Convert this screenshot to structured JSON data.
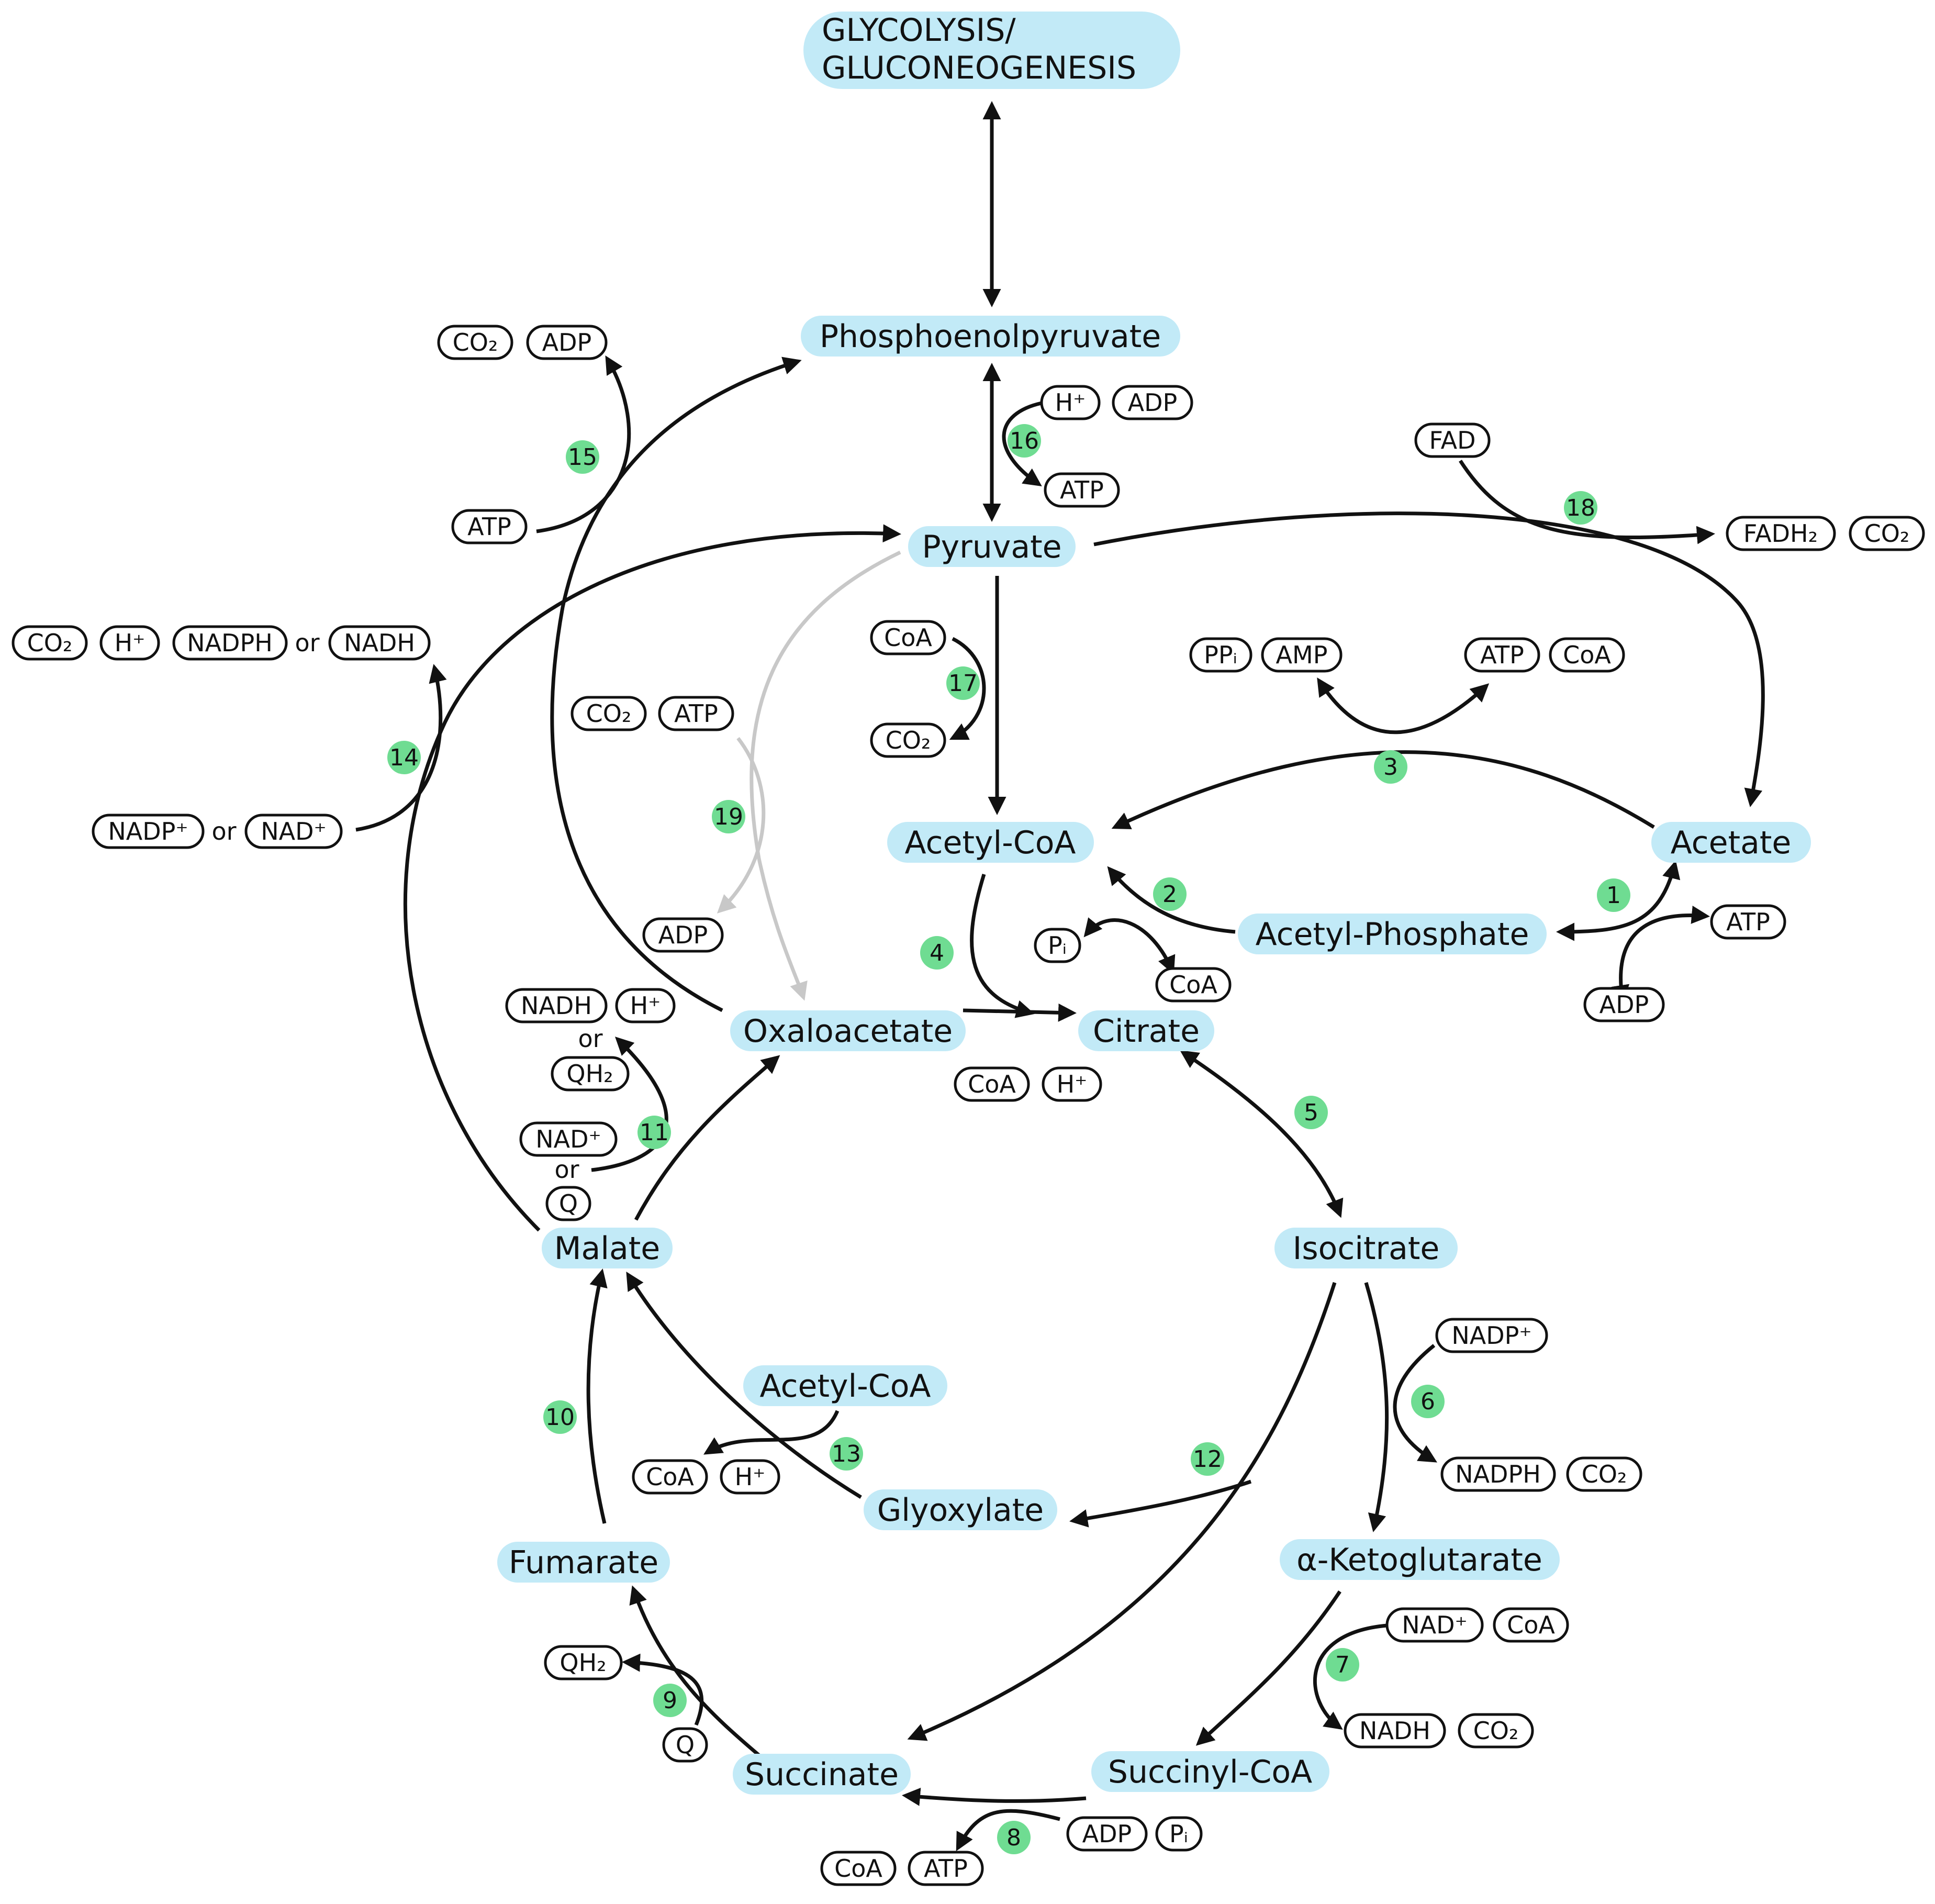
{
  "metabolites": {
    "glyco1": "GLYCOLYSIS/",
    "glyco2": "GLUCONEOGENESIS",
    "pep": "Phosphoenolpyruvate",
    "pyruvate": "Pyruvate",
    "acetylcoa": "Acetyl-CoA",
    "acetate": "Acetate",
    "acetylp": "Acetyl-Phosphate",
    "citrate": "Citrate",
    "oaa": "Oxaloacetate",
    "isocitrate": "Isocitrate",
    "malate": "Malate",
    "akg": "α-Ketoglutarate",
    "glyoxylate": "Glyoxylate",
    "acetylcoa2": "Acetyl-CoA",
    "fumarate": "Fumarate",
    "succinylcoa": "Succinyl-CoA",
    "succinate": "Succinate"
  },
  "cofactors": {
    "co2_15": "CO₂",
    "adp_15": "ADP",
    "atp_15": "ATP",
    "hplus_16": "H⁺",
    "adp_16": "ADP",
    "atp_16": "ATP",
    "fad_18": "FAD",
    "fadh2_18": "FADH₂",
    "co2_18": "CO₂",
    "co2_14": "CO₂",
    "hplus_14": "H⁺",
    "nadph_14": "NADPH",
    "nadh_14": "NADH",
    "nadp_14": "NADP⁺",
    "nad_14": "NAD⁺",
    "coa_17": "CoA",
    "co2_17": "CO₂",
    "ppi_3": "PPᵢ",
    "amp_3": "AMP",
    "atp_3": "ATP",
    "coa_3": "CoA",
    "co2_19": "CO₂",
    "atp_19": "ATP",
    "adp_19": "ADP",
    "pi_2": "Pᵢ",
    "coa_2": "CoA",
    "atp_1": "ATP",
    "adp_1": "ADP",
    "nadh_11": "NADH",
    "hplus_11": "H⁺",
    "qh2_11": "QH₂",
    "nad_11": "NAD⁺",
    "q_11": "Q",
    "coa_4": "CoA",
    "hplus_4": "H⁺",
    "nadp_6": "NADP⁺",
    "nadph_6": "NADPH",
    "co2_6": "CO₂",
    "coa_13": "CoA",
    "hplus_13": "H⁺",
    "nad_7": "NAD⁺",
    "coa_7": "CoA",
    "nadh_7": "NADH",
    "co2_7": "CO₂",
    "qh2_9": "QH₂",
    "q_9": "Q",
    "adp_8": "ADP",
    "pi_8": "Pᵢ",
    "coa_8": "CoA",
    "atp_8": "ATP"
  },
  "connectors": {
    "or_14a": "or",
    "or_14b": "or",
    "or_11a": "or",
    "or_11b": "or"
  },
  "steps": {
    "s1": "1",
    "s2": "2",
    "s3": "3",
    "s4": "4",
    "s5": "5",
    "s6": "6",
    "s7": "7",
    "s8": "8",
    "s9": "9",
    "s10": "10",
    "s11": "11",
    "s12": "12",
    "s13": "13",
    "s14": "14",
    "s15": "15",
    "s16": "16",
    "s17": "17",
    "s18": "18",
    "s19": "19"
  },
  "colors": {
    "metabolite_fill": "#c2eaf7",
    "step_fill": "#6fdc92",
    "arrow": "#111111",
    "arrow_grey": "#c8c8c8"
  }
}
